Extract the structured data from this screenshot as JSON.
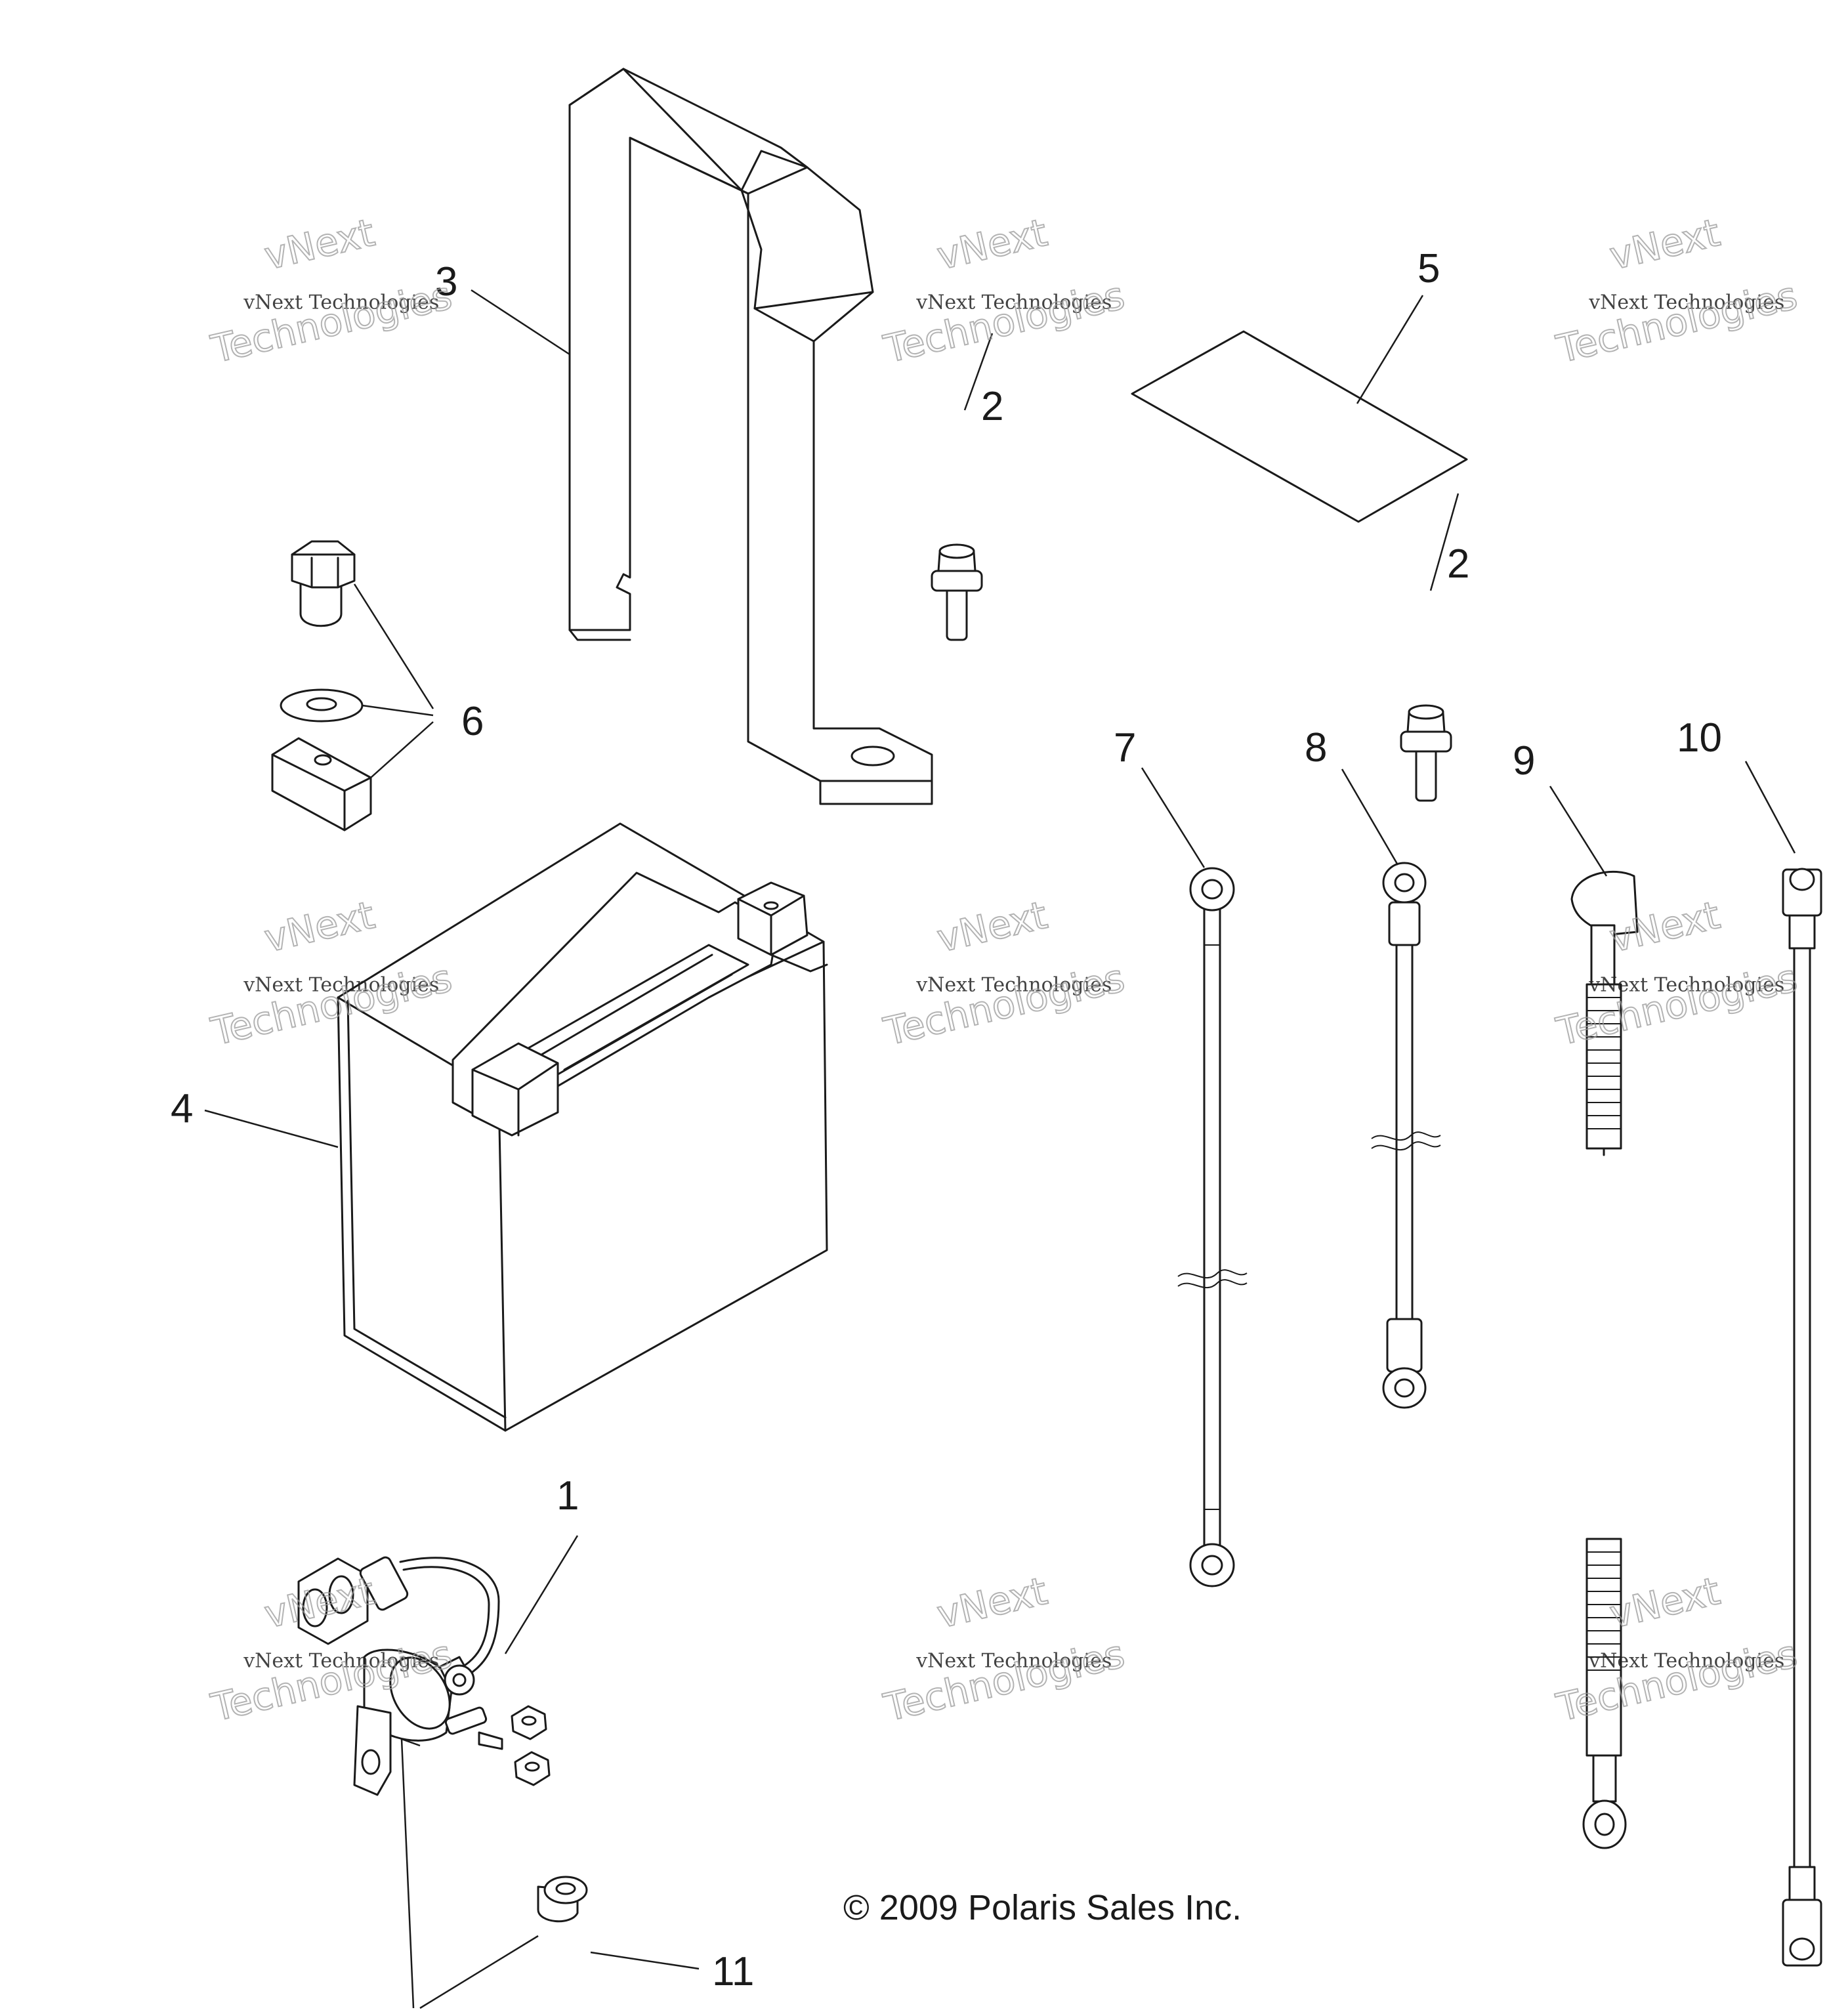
{
  "diagram": {
    "callouts": {
      "c1": "1",
      "c2a": "2",
      "c2b": "2",
      "c3": "3",
      "c4": "4",
      "c5": "5",
      "c6": "6",
      "c7": "7",
      "c8": "8",
      "c9": "9",
      "c10": "10",
      "c11": "11"
    },
    "copyright": "© 2009 Polaris Sales Inc.",
    "watermark": {
      "line1": "vNext",
      "line2": "vNext Technologies",
      "line3": "Technologies"
    },
    "colors": {
      "line": "#1a1a1a",
      "background": "#ffffff",
      "watermark": "#9a9a9a"
    }
  }
}
